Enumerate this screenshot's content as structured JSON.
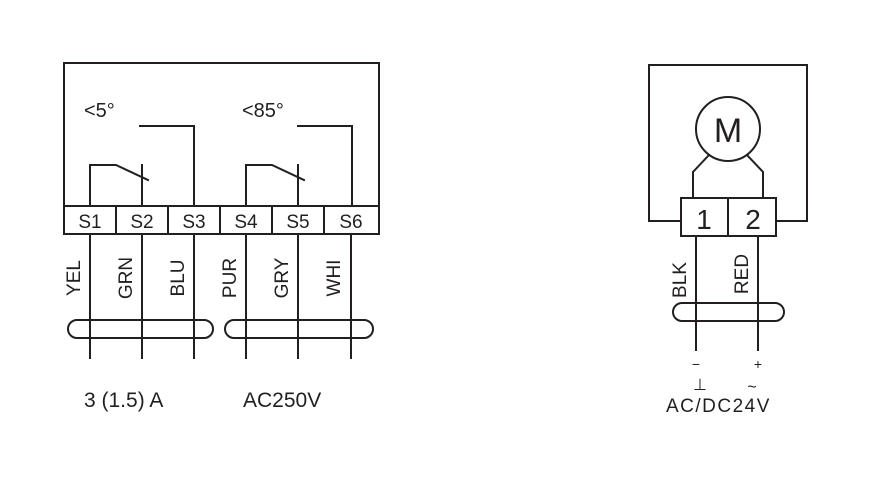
{
  "switches": {
    "range1": "<5°",
    "range2": "<85°",
    "terminals": [
      "S1",
      "S2",
      "S3",
      "S4",
      "S5",
      "S6"
    ],
    "wires": [
      "YEL",
      "GRN",
      "BLU",
      "PUR",
      "GRY",
      "WHI"
    ],
    "rating_current": "3 (1.5) A",
    "rating_voltage": "AC250V"
  },
  "motor": {
    "label": "M",
    "terminals": [
      "1",
      "2"
    ],
    "wires": [
      "BLK",
      "RED"
    ],
    "polarity_minus": "−",
    "polarity_plus": "+",
    "symbol_dc": "⊥",
    "symbol_ac": "~",
    "supply": "AC/DC24V"
  },
  "colors": {
    "ink": "#231f20",
    "background": "#ffffff"
  }
}
